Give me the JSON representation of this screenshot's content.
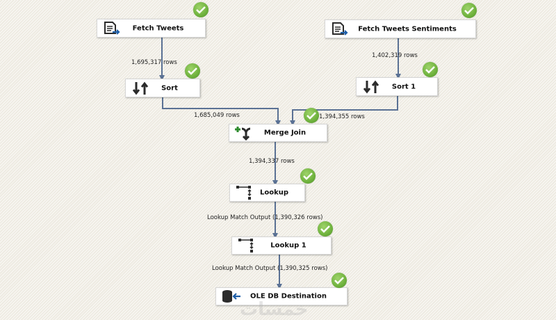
{
  "diagram": {
    "type": "ssis-data-flow",
    "nodes": [
      {
        "id": "fetch-tweets",
        "label": "Fetch Tweets",
        "icon": "source-document-icon",
        "status": "success"
      },
      {
        "id": "fetch-tweets-sentiments",
        "label": "Fetch Tweets Sentiments",
        "icon": "source-document-icon",
        "status": "success"
      },
      {
        "id": "sort",
        "label": "Sort",
        "icon": "sort-icon",
        "status": "success"
      },
      {
        "id": "sort-1",
        "label": "Sort 1",
        "icon": "sort-icon",
        "status": "success"
      },
      {
        "id": "merge-join",
        "label": "Merge Join",
        "icon": "merge-join-icon",
        "status": "success"
      },
      {
        "id": "lookup",
        "label": "Lookup",
        "icon": "lookup-icon",
        "status": "success"
      },
      {
        "id": "lookup-1",
        "label": "Lookup 1",
        "icon": "lookup-icon",
        "status": "success"
      },
      {
        "id": "ole-db-destination",
        "label": "OLE DB Destination",
        "icon": "database-destination-icon",
        "status": "success"
      }
    ],
    "edges": [
      {
        "from": "fetch-tweets",
        "to": "sort",
        "label": "1,695,317 rows"
      },
      {
        "from": "fetch-tweets-sentiments",
        "to": "sort-1",
        "label": "1,402,319 rows"
      },
      {
        "from": "sort",
        "to": "merge-join",
        "label": "1,685,049 rows"
      },
      {
        "from": "sort-1",
        "to": "merge-join",
        "label": "1,394,355 rows"
      },
      {
        "from": "merge-join",
        "to": "lookup",
        "label": "1,394,337 rows"
      },
      {
        "from": "lookup",
        "to": "lookup-1",
        "label": "Lookup Match Output (1,390,326 rows)"
      },
      {
        "from": "lookup-1",
        "to": "ole-db-destination",
        "label": "Lookup Match Output (1,390,325 rows)"
      }
    ]
  },
  "watermark": "خمسات",
  "colors": {
    "connector": "#5a7194",
    "success": "#6fb23d",
    "icon_dark": "#2b2b2b",
    "icon_blue": "#1f5fa8",
    "icon_green": "#2e8b2e"
  }
}
